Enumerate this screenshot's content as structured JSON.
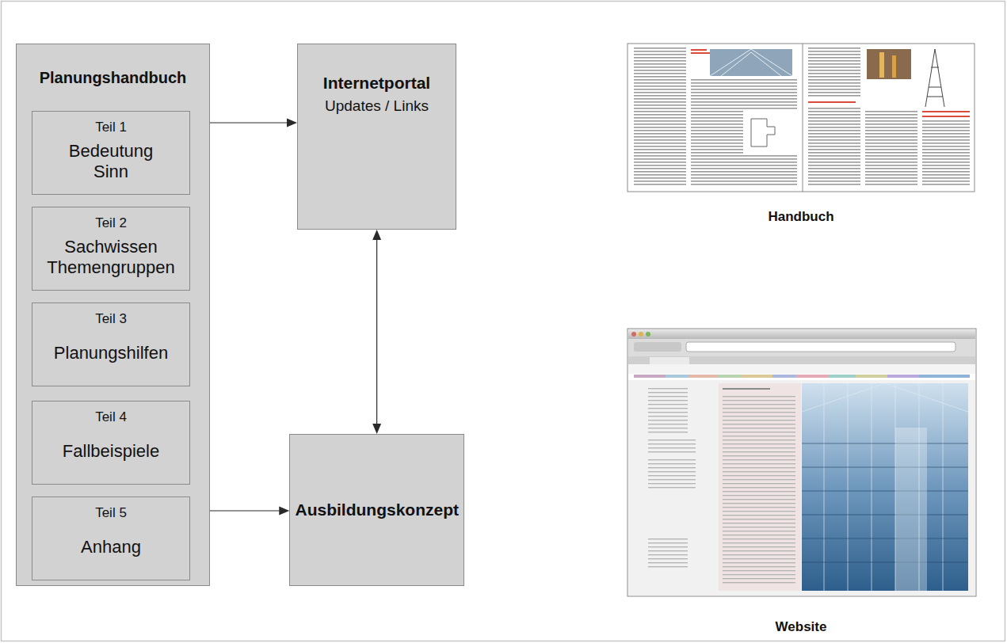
{
  "diagram": {
    "nodes": [
      {
        "text": [
          "Planungshandbuch"
        ]
      },
      {
        "text": [
          "Teil 1",
          "Bedeutung Sinn"
        ],
        "in": 0
      },
      {
        "text": [
          "Teil 2",
          "Sachwissen Themengruppen"
        ],
        "in": 0
      },
      {
        "text": [
          "Teil 3",
          "Planungshilfen"
        ],
        "in": 0
      },
      {
        "text": [
          "Teil 4",
          "Fallbeispiele"
        ],
        "in": 0
      },
      {
        "text": [
          "Teil 5",
          "Anhang"
        ],
        "in": 0
      },
      {
        "text": [
          "Internetportal",
          "Updates / Links"
        ]
      },
      {
        "text": [
          "Ausbildungskonzept"
        ]
      }
    ],
    "edges": [
      {
        "from": 1,
        "to": 6,
        "arrow": "to"
      },
      {
        "from": 5,
        "to": 7,
        "arrow": "to"
      },
      {
        "from": 6,
        "to": 7,
        "arrow": "both"
      }
    ],
    "labels": [
      "Handbuch",
      "Website"
    ]
  }
}
